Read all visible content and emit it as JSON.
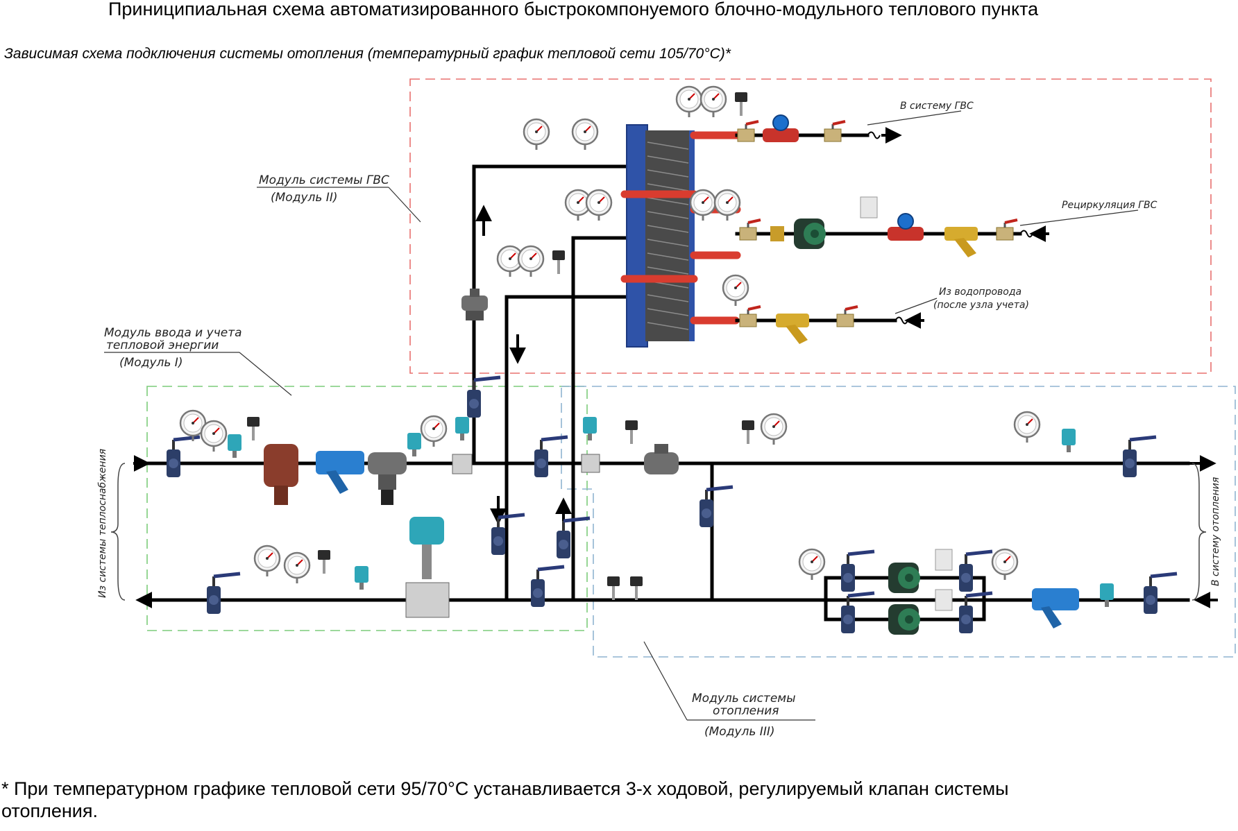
{
  "title": "Приниципиальная схема автоматизированного быстрокомпонуемого блочно-модульного теплового пункта",
  "subtitle": "Зависимая схема подключения системы отопления (температурный график тепловой сети  105/70°С)*",
  "footnote": {
    "line1": "* При температурном графике тепловой сети 95/70°С устанавливается 3-х ходовой, регулируемый клапан системы",
    "line2": "отопления."
  },
  "modules": {
    "gvs": {
      "line1": "Модуль системы ГВС",
      "line2": "(Модуль II)",
      "color": "#e8706e"
    },
    "input": {
      "line1": "Модуль ввода и учета",
      "line2": "тепловой энергии",
      "line3": "(Модуль I)",
      "color": "#7ccc7a"
    },
    "heating": {
      "line1": "Модуль системы",
      "line2": "отопления",
      "line3": "(Модуль III)",
      "color": "#8fb4d0"
    }
  },
  "labels": {
    "to_gvs": "В систему ГВС",
    "recirc": "Рециркуляция ГВС",
    "from_water_1": "Из водопровода",
    "from_water_2": "(после узла учета)",
    "from_heat_supply": "Из системы теплоснабжения",
    "to_heating": "В систему отопления"
  },
  "colors": {
    "pipe": "#000000",
    "pipe_hot": "#d93c2f",
    "exchanger_frame": "#2f53a8",
    "valve_blue": "#2a7fd0",
    "brass": "#d6ab2e",
    "pump_green": "#2e7d55",
    "filter_rust": "#8a3d2c",
    "sensor_teal": "#2ea6b8"
  }
}
